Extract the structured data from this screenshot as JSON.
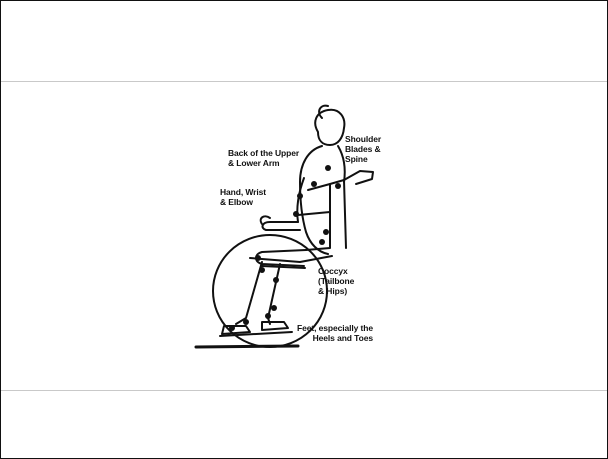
{
  "labels": {
    "back_upper_lower_arm": [
      "Back of the Upper",
      "& Lower Arm"
    ],
    "shoulder_blades_spine": [
      "Shoulder",
      "Blades &",
      "Spine"
    ],
    "hand_wrist_elbow": [
      "Hand, Wrist",
      "& Elbow"
    ],
    "coccyx": [
      "Coccyx",
      "(Tailbone",
      "& Hips)"
    ],
    "feet_heels_toes": [
      "Feet, especially the",
      "Heels and Toes"
    ]
  }
}
